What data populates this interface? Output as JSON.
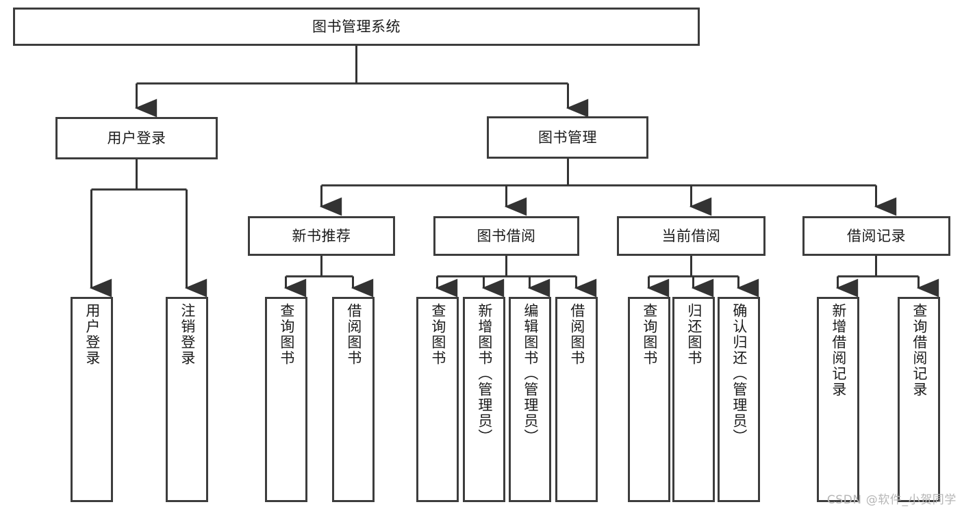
{
  "diagram": {
    "title": "图书管理系统",
    "type": "tree-hierarchy",
    "watermark": "CSDN @软件_小贺同学",
    "colors": {
      "box_border": "#3d3d3d",
      "box_fill": "#ffffff",
      "connector": "#333333",
      "text": "#1b1b1b",
      "watermark": "#b6b6b6"
    },
    "root": {
      "label": "图书管理系统"
    },
    "level1": [
      {
        "label": "用户登录"
      },
      {
        "label": "图书管理"
      }
    ],
    "level2": [
      {
        "label": "新书推荐"
      },
      {
        "label": "图书借阅"
      },
      {
        "label": "当前借阅"
      },
      {
        "label": "借阅记录"
      }
    ],
    "leaves": {
      "user_login": [
        {
          "label": "用户登录"
        },
        {
          "label": "注销登录"
        }
      ],
      "new_book_recommend": [
        {
          "label": "查询图书"
        },
        {
          "label": "借阅图书"
        }
      ],
      "book_borrow": [
        {
          "label": "查询图书"
        },
        {
          "label": "新增图书（管理员）"
        },
        {
          "label": "编辑图书（管理员）"
        },
        {
          "label": "借阅图书"
        }
      ],
      "current_borrow": [
        {
          "label": "查询图书"
        },
        {
          "label": "归还图书"
        },
        {
          "label": "确认归还（管理员）"
        }
      ],
      "borrow_record": [
        {
          "label": "新增借阅记录"
        },
        {
          "label": "查询借阅记录"
        }
      ]
    }
  }
}
